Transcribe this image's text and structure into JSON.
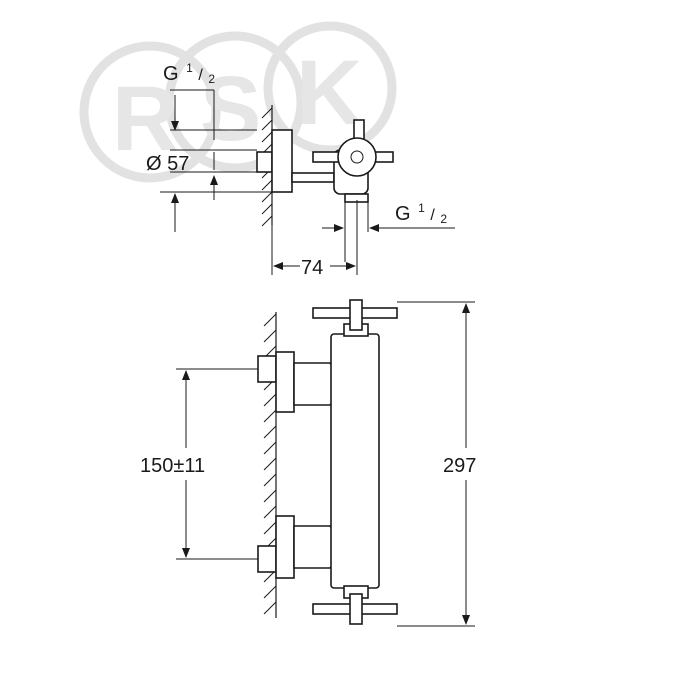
{
  "watermark": {
    "letters": [
      "R",
      "S",
      "K"
    ],
    "color": "#e2e2e2"
  },
  "top_view": {
    "inlet_thread": {
      "main": "G",
      "num": "1",
      "den": "2"
    },
    "diameter": "Ø 57",
    "outlet_thread": {
      "main": "G",
      "num": "1",
      "den": "2"
    },
    "projection": "74"
  },
  "front_view": {
    "inlet_spacing": "150±11",
    "height": "297"
  },
  "colors": {
    "line": "#1a1a1a",
    "background": "#ffffff"
  }
}
